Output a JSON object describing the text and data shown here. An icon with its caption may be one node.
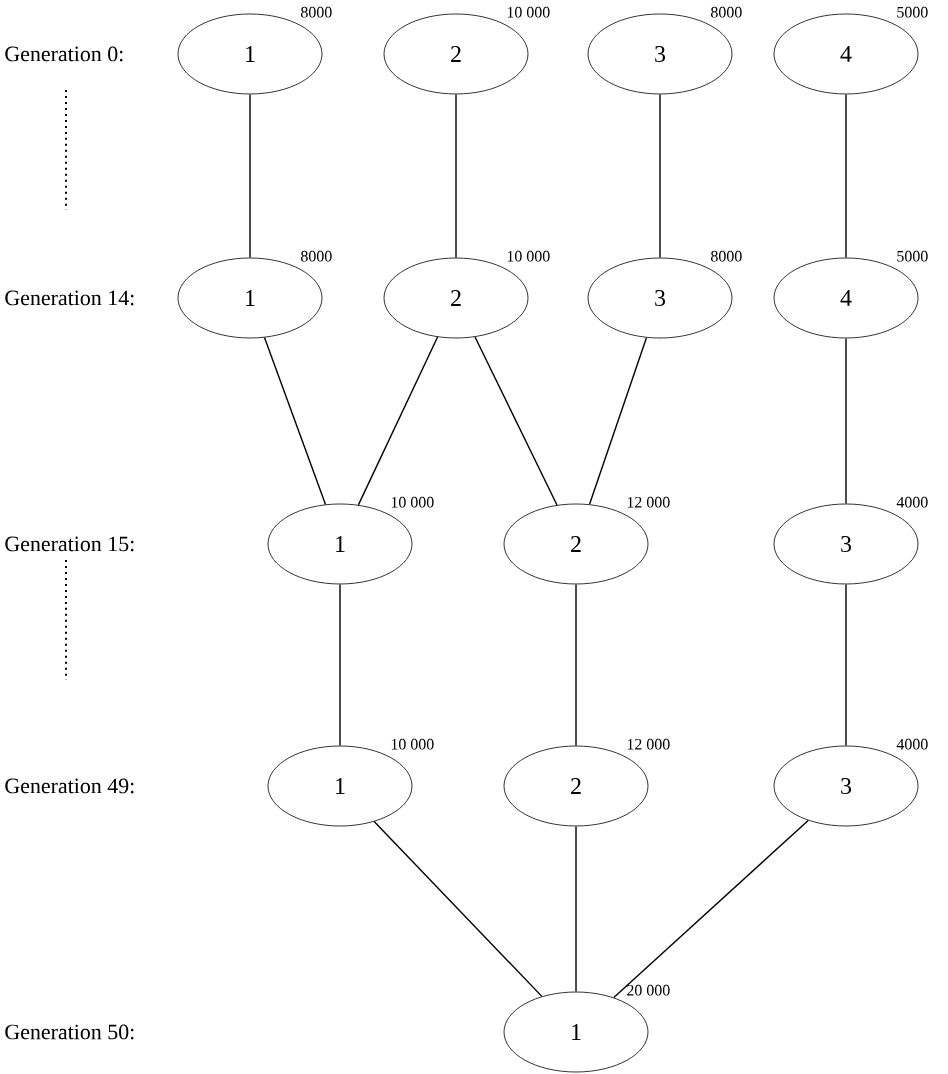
{
  "diagram": {
    "nodes": [
      {
        "text": [
          "1"
        ],
        "beside": [
          "8000"
        ]
      },
      {
        "text": [
          "2"
        ],
        "beside": [
          "10 000"
        ]
      },
      {
        "text": [
          "3"
        ],
        "beside": [
          "8000"
        ]
      },
      {
        "text": [
          "4"
        ],
        "beside": [
          "5000"
        ]
      },
      {
        "text": [
          "1"
        ],
        "beside": [
          "8000"
        ]
      },
      {
        "text": [
          "2"
        ],
        "beside": [
          "10 000"
        ]
      },
      {
        "text": [
          "3"
        ],
        "beside": [
          "8000"
        ]
      },
      {
        "text": [
          "4"
        ],
        "beside": [
          "5000"
        ]
      },
      {
        "text": [
          "1"
        ],
        "beside": [
          "10 000"
        ]
      },
      {
        "text": [
          "2"
        ],
        "beside": [
          "12 000"
        ]
      },
      {
        "text": [
          "3"
        ],
        "beside": [
          "4000"
        ]
      },
      {
        "text": [
          "1"
        ],
        "beside": [
          "10 000"
        ]
      },
      {
        "text": [
          "2"
        ],
        "beside": [
          "12 000"
        ]
      },
      {
        "text": [
          "3"
        ],
        "beside": [
          "4000"
        ]
      },
      {
        "text": [
          "1"
        ],
        "beside": [
          "20 000"
        ]
      }
    ],
    "edges": [
      {
        "from": 0,
        "to": 4,
        "arrow": "none"
      },
      {
        "from": 1,
        "to": 5,
        "arrow": "none"
      },
      {
        "from": 2,
        "to": 6,
        "arrow": "none"
      },
      {
        "from": 3,
        "to": 7,
        "arrow": "none"
      },
      {
        "from": 4,
        "to": 8,
        "arrow": "none"
      },
      {
        "from": 5,
        "to": 8,
        "arrow": "none"
      },
      {
        "from": 5,
        "to": 9,
        "arrow": "none"
      },
      {
        "from": 6,
        "to": 9,
        "arrow": "none"
      },
      {
        "from": 7,
        "to": 10,
        "arrow": "none"
      },
      {
        "from": 8,
        "to": 11,
        "arrow": "none"
      },
      {
        "from": 9,
        "to": 12,
        "arrow": "none"
      },
      {
        "from": 10,
        "to": 13,
        "arrow": "none"
      },
      {
        "from": 11,
        "to": 14,
        "arrow": "none"
      },
      {
        "from": 12,
        "to": 14,
        "arrow": "none"
      },
      {
        "from": 13,
        "to": 14,
        "arrow": "none"
      }
    ],
    "labels": [
      "Generation 0:",
      "Generation 14:",
      "Generation 15:",
      "Generation 49:",
      "Generation 50:"
    ]
  }
}
